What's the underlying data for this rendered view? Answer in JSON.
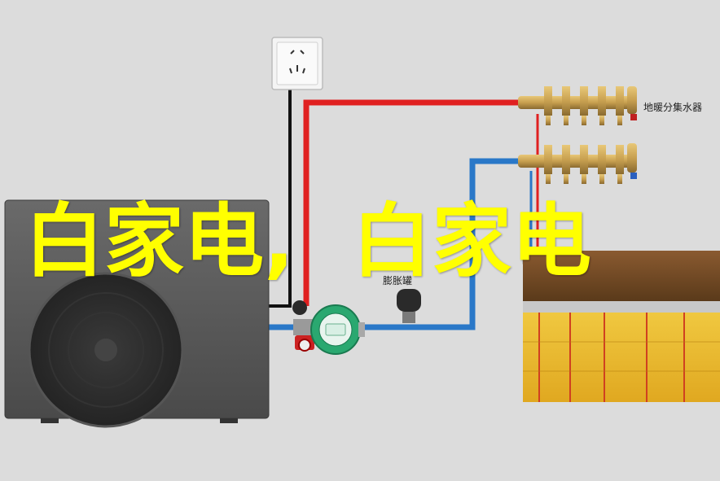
{
  "labels": {
    "manifold": "地暖分集水器",
    "tank": "膨胀罐"
  },
  "overlay": {
    "part1": "白家电,",
    "part2": "白家电"
  },
  "colors": {
    "background": "#dcdcdc",
    "hot_pipe": "#e02020",
    "cold_pipe": "#2a78c8",
    "power_cable": "#111111",
    "overlay_text": "#ffff00",
    "brass": "#c8a050",
    "pump_green": "#2aa870"
  }
}
